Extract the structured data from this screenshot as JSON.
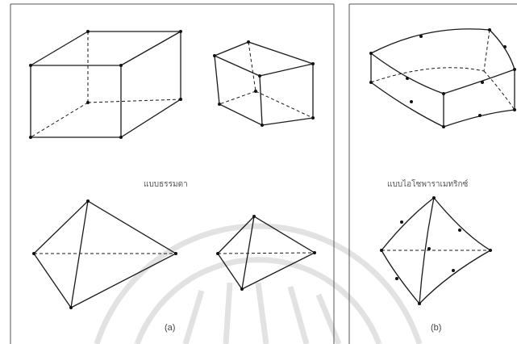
{
  "panels": {
    "a": {
      "tag": "(a)",
      "caption": "แบบธรรมดา"
    },
    "b": {
      "tag": "(b)",
      "caption": "แบบไอโซพาราเมทริกซ์"
    }
  },
  "elements": {
    "linear": [
      "hexahedron-large",
      "hexahedron-small",
      "tetrahedron-large",
      "tetrahedron-small"
    ],
    "isoparametric": [
      "hexahedron-curved",
      "tetrahedron-curved"
    ]
  },
  "colors": {
    "line": "#1a1a1a",
    "frame": "#555555",
    "watermark": "#dddddd"
  }
}
